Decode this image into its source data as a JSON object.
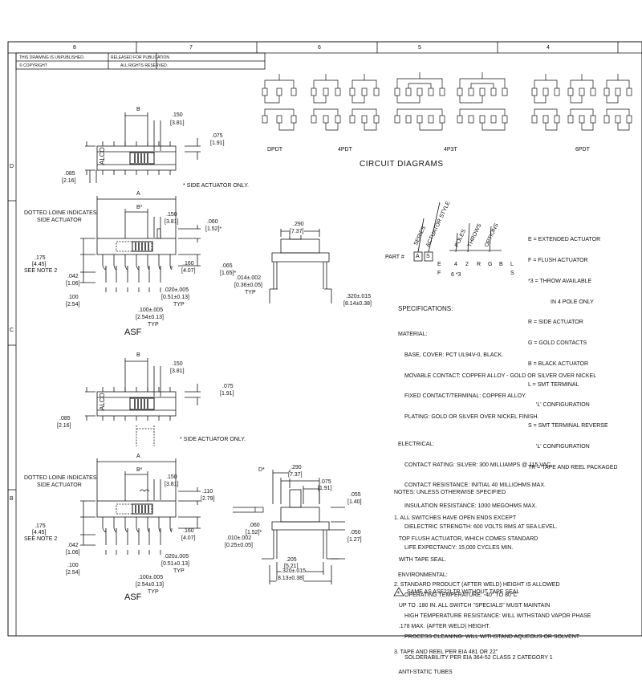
{
  "border": {
    "zones_top": [
      "8",
      "7",
      "6",
      "5",
      "4"
    ],
    "zones_left": [
      "D",
      "C",
      "B"
    ]
  },
  "title_block": {
    "row1_left": "THIS DRAWING IS UNPUBLISHED.",
    "row1_right": "RELEASED FOR PUBLICATION",
    "row2_left": "© COPYRIGHT",
    "row2_right": "ALL RIGHTS RESERVED."
  },
  "circuit": {
    "title": "CIRCUIT DIAGRAMS",
    "labels": [
      "DPDT",
      "4PDT",
      "4P3T",
      "6PDT"
    ]
  },
  "part_number": {
    "prefix": "PART #",
    "boxes": [
      "A",
      "S"
    ],
    "headings": [
      "SERIES",
      "ACTUATOR STYLE",
      "POLES",
      "THROWS",
      "OPTIONS"
    ],
    "row1": [
      "E",
      "4",
      "2",
      "R",
      "G",
      "B",
      "L"
    ],
    "row2": [
      "F",
      "6 *3",
      "S"
    ],
    "legend": [
      "E = EXTENDED ACTUATOR",
      "F = FLUSH ACTUATOR",
      "*3 = THROW AVAILABLE",
      "IN 4 POLE ONLY",
      "R = SIDE ACTUATOR",
      "G = GOLD CONTACTS",
      "B = BLACK ACTUATOR",
      "L = SMT TERMINAL",
      "'L' CONFIGURATION",
      "S = SMT TERMINAL REVERSE",
      "'L' CONFIGURATION",
      "TR = TAPE AND REEL PACKAGED"
    ]
  },
  "specifications": {
    "heading": "SPECIFICATIONS:",
    "material_heading": "MATERIAL:",
    "material": [
      "BASE, COVER: PCT UL94V-0, BLACK.",
      "MOVABLE CONTACT: COPPER ALLOY - GOLD OR SILVER OVER NICKEL",
      "FIXED CONTACT/TERMINAL: COPPER ALLOY.",
      "PLATING: GOLD OR SILVER OVER NICKEL FINISH."
    ],
    "electrical_heading": "ELECTRICAL:",
    "electrical": [
      "CONTACT RATING: SILVER: 300 MILLIAMPS @ 115 VAC.",
      "CONTACT RESISTANCE: INITIAL 40 MILLIOHMS MAX.",
      "INSULATION RESISTANCE: 1000 MEGOHMS MAX.",
      "DIELECTRIC STRENGTH: 600 VOLTS RMS AT SEA LEVEL.",
      "LIFE EXPECTANCY: 15,000 CYCLES MIN."
    ],
    "environmental_heading": "ENVIRONMENTAL:",
    "environmental": [
      "OPERATING TEMPERATURE: -40° TO 80°C",
      "HIGH TEMPERATURE RESISTANCE: WILL WITHSTAND VAPOR PHASE",
      "PROCESS CLEANING: WILL WITHSTAND AQUEOUS OR SOLVENT",
      "SOLDERABILITY PER EIA 364-52 CLASS 2 CATEGORY 1"
    ]
  },
  "notes": {
    "heading": "NOTES: UNLESS OTHERWISE SPECIFIED",
    "items": [
      "1. ALL SWITCHES HAVE OPEN ENDS EXCEPT",
      "   TOP FLUSH ACTUATOR, WHICH COMES STANDARD",
      "   WITH TAPE SEAL.",
      "2. STANDARD PRODUCT (AFTER WELD) HEIGHT IS ALLOWED",
      "   UP TO .180 IN. ALL SWITCH \"SPECIALS\" MUST MAINTAIN",
      "   .178 MAX. (AFTER WELD) HEIGHT.",
      "3. TAPE AND REEL PER EIA 481 OR 22\"",
      "   ANTI-STATIC TUBES"
    ],
    "flag_number": "4",
    "flag_text": "SAME AS ASF22LTR WITHOUT TAPE SEAL"
  },
  "upper_views": {
    "brand": "ALCO",
    "dim_b": "B",
    "dim_b_star": "B*",
    "dim_a": "A",
    "d150": ".150",
    "d150mm": "[3.81]",
    "d075": ".075",
    "d075mm": "[1.91]",
    "d085": ".085",
    "d085mm": "[2.16]",
    "side_note": "* SIDE ACTUATOR ONLY.",
    "dotted_note1": "DOTTED LOINE INDICATES",
    "dotted_note2": "SIDE ACTUATOR",
    "d060": ".060",
    "d060mm": "[1.52]*",
    "d175": ".175",
    "d175mm": "[4.45]",
    "see_note": "SEE NOTE 2",
    "d042": ".042",
    "d042mm": "[1.06]",
    "d100": ".100",
    "d100mm": "[2.54]",
    "d160": ".160",
    "d160mm": "[4.07]",
    "d065": ".065",
    "d065mm": "[1.65]*",
    "d020": ".020±.005",
    "d020mm": "[0.51±0.13]",
    "typ": "TYP",
    "d100t": ".100±.005",
    "d100tmm": "[2.54±0.13]",
    "label": "ASF",
    "d290": ".290",
    "d290mm": "[7.37]",
    "d014": ".014±.002",
    "d014mm": "[0.36±0.05]",
    "d320": ".320±.015",
    "d320mm": "[8.14±0.38]"
  },
  "lower_views": {
    "brand": "ALCO",
    "dim_b": "B",
    "dim_b_star": "B*",
    "dim_a": "A",
    "d150": ".150",
    "d150mm": "[3.81]",
    "d075": ".075",
    "d075mm": "[1.91]",
    "d085": ".085",
    "d085mm": "[2.16]",
    "side_note": "* SIDE ACTUATOR ONLY.",
    "dotted_note1": "DOTTED LOINE INDICATES",
    "dotted_note2": "SIDE ACTUATOR",
    "d110": ".110",
    "d110mm": "[2.79]",
    "d175": ".175",
    "d175mm": "[4.45]",
    "see_note": "SEE NOTE 2",
    "d042": ".042",
    "d042mm": "[1.06]",
    "d100": ".100",
    "d100mm": "[2.54]",
    "d160": ".160",
    "d160mm": "[4.07]",
    "d020": ".020±.005",
    "d020mm": "[0.51±0.13]",
    "typ": "TYP",
    "d100t": ".100±.005",
    "d100tmm": "[2.54±0.13]",
    "label": "ASF",
    "dim_d": "D*",
    "d290": ".290",
    "d290mm": "[7.37]",
    "d075b": ".075",
    "d075bmm": "[1.91]",
    "d055": ".055",
    "d055mm": "[1.40]",
    "d060": ".060",
    "d060mm": "[1.52]*",
    "d010": ".010±.002",
    "d010mm": "[0.25±0.05]",
    "d050": ".050",
    "d050mm": "[1.27]",
    "d205": ".205",
    "d205mm": "[5.21]",
    "d320": ".320±.015",
    "d320mm": "[8.13±0.38]"
  }
}
